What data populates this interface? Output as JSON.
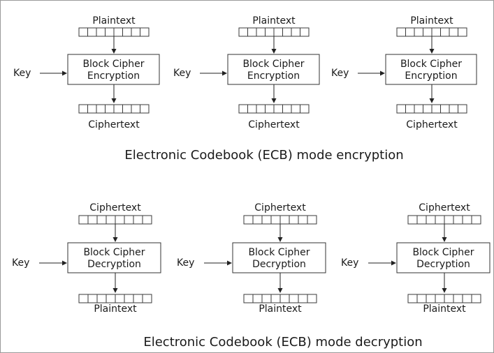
{
  "encryption": {
    "caption": "Electronic Codebook (ECB) mode encryption",
    "blocks": [
      {
        "input": "Plaintext",
        "key": "Key",
        "cipher_line1": "Block Cipher",
        "cipher_line2": "Encryption",
        "output": "Ciphertext"
      },
      {
        "input": "Plaintext",
        "key": "Key",
        "cipher_line1": "Block Cipher",
        "cipher_line2": "Encryption",
        "output": "Ciphertext"
      },
      {
        "input": "Plaintext",
        "key": "Key",
        "cipher_line1": "Block Cipher",
        "cipher_line2": "Encryption",
        "output": "Ciphertext"
      }
    ]
  },
  "decryption": {
    "caption": "Electronic Codebook (ECB) mode decryption",
    "blocks": [
      {
        "input": "Ciphertext",
        "key": "Key",
        "cipher_line1": "Block Cipher",
        "cipher_line2": "Decryption",
        "output": "Plaintext"
      },
      {
        "input": "Ciphertext",
        "key": "Key",
        "cipher_line1": "Block Cipher",
        "cipher_line2": "Decryption",
        "output": "Plaintext"
      },
      {
        "input": "Ciphertext",
        "key": "Key",
        "cipher_line1": "Block Cipher",
        "cipher_line2": "Decryption",
        "output": "Plaintext"
      }
    ]
  }
}
